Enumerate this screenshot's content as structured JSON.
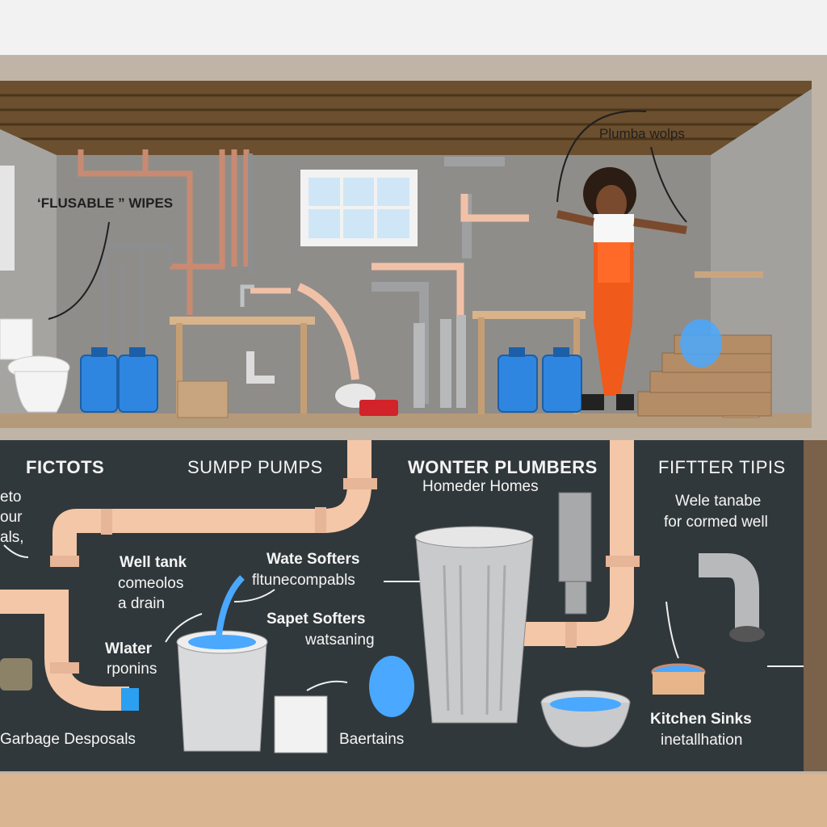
{
  "upper_labels": {
    "flushable_wipes": "‘FLUSABLE ” WIPES",
    "plumber_wipes": "Plumba wolps"
  },
  "panel": {
    "col1_title": "FICTOTS",
    "col2_title": "SUMPP PUMPS",
    "col3_title": "WONTER PLUMBERS",
    "col3_sub": "Homeder Homes",
    "col4_title": "FIFTTER TIPIS",
    "col4_line1": "Wele tanabe",
    "col4_line2": "for cormed well",
    "left_fragment": [
      "eto",
      "our",
      "als,"
    ],
    "well_tank_title": "Well tank",
    "well_tank_line1": "comeolos",
    "well_tank_line2": "a drain",
    "water_title": "Wlater",
    "water_sub": "rponins",
    "garbage": "Garbage Desposals",
    "water_softeners": "Wate Softers",
    "softener_sub": "fltunecompabls",
    "sapet_softers": "Sapet Softers",
    "warning": "watsaning",
    "baertains": "Baertains",
    "kitchen": "Kitchen Sinks",
    "install": "inetallhation"
  },
  "colors": {
    "panel_bg": "#31383b",
    "pipe": "#f3c7a8",
    "water": "#3b9ce8",
    "overalls": "#f05a1a",
    "floor": "#b59a7a",
    "wall": "#8f8d89"
  }
}
